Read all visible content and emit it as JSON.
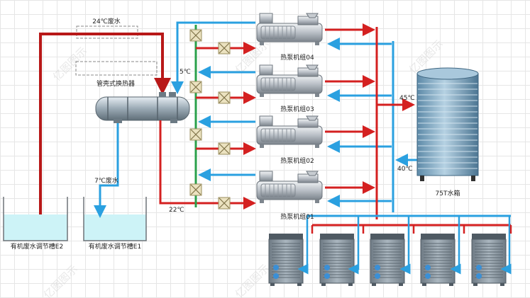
{
  "labels": {
    "waste_24": "24℃废水",
    "shell_tube_exchanger": "管壳式换热器",
    "temp_5": "5℃",
    "waste_7": "7℃废水",
    "temp_22": "22℃",
    "tank_e2": "有机废水调节槽E2",
    "tank_e1": "有机废水调节槽E1",
    "unit_04": "热泵机组04",
    "unit_03": "热泵机组03",
    "unit_02": "热泵机组02",
    "unit_01": "热泵机组01",
    "temp_45": "45℃",
    "temp_40": "40℃",
    "water_tank": "75T水箱"
  },
  "watermark": "亿图图示",
  "colors": {
    "hot_pipe": "#d42020",
    "waste_pipe": "#b81818",
    "cold_pipe": "#2aa0e0",
    "green_pipe": "#2aa04a",
    "water": "#cdf3f7"
  },
  "icons": {
    "valve": "butterfly-valve-icon",
    "heat_pump": "heat-pump-unit-icon",
    "outdoor_unit": "air-source-unit-icon"
  }
}
